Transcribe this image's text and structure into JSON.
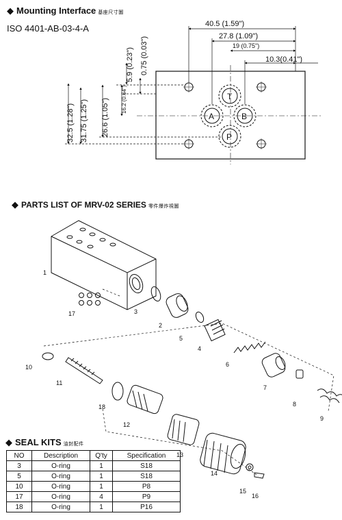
{
  "mounting": {
    "title": "Mounting Interface",
    "subtitle": "基座尺寸圖",
    "standard": "ISO 4401-AB-03-4-A",
    "dims": {
      "d1": "40.5 (1.59\")",
      "d2": "27.8 (1.09\")",
      "d3": "19 (0.75\")",
      "d4": "10.3(0.41\")",
      "v1": "5.9 (0.23\")",
      "v2": "0.75 (0.03\")",
      "v3": "32.5 (1.28\")",
      "v4": "31.75 (1.25\")",
      "v5": "26.6 (1.05\")",
      "v6": "16.2 (0.64\")"
    },
    "ports": {
      "t": "T",
      "a": "A",
      "b": "B",
      "p": "P"
    }
  },
  "parts": {
    "title": "PARTS LIST  OF MRV-02 SERIES",
    "subtitle": "零件爆炸視圖",
    "labels": [
      "1",
      "2",
      "3",
      "4",
      "5",
      "6",
      "7",
      "8",
      "9",
      "10",
      "11",
      "12",
      "13",
      "14",
      "15",
      "16",
      "17",
      "18"
    ]
  },
  "seal": {
    "title": "SEAL  KITS",
    "subtitle": "油封配件",
    "headers": [
      "NO",
      "Description",
      "Q'ty",
      "Specification"
    ],
    "rows": [
      [
        "3",
        "O-ring",
        "1",
        "S18"
      ],
      [
        "5",
        "O-ring",
        "1",
        "S18"
      ],
      [
        "10",
        "O-ring",
        "1",
        "P8"
      ],
      [
        "17",
        "O-ring",
        "4",
        "P9"
      ],
      [
        "18",
        "O-ring",
        "1",
        "P16"
      ]
    ]
  },
  "icons": {
    "section_marker": "diamond-icon"
  }
}
